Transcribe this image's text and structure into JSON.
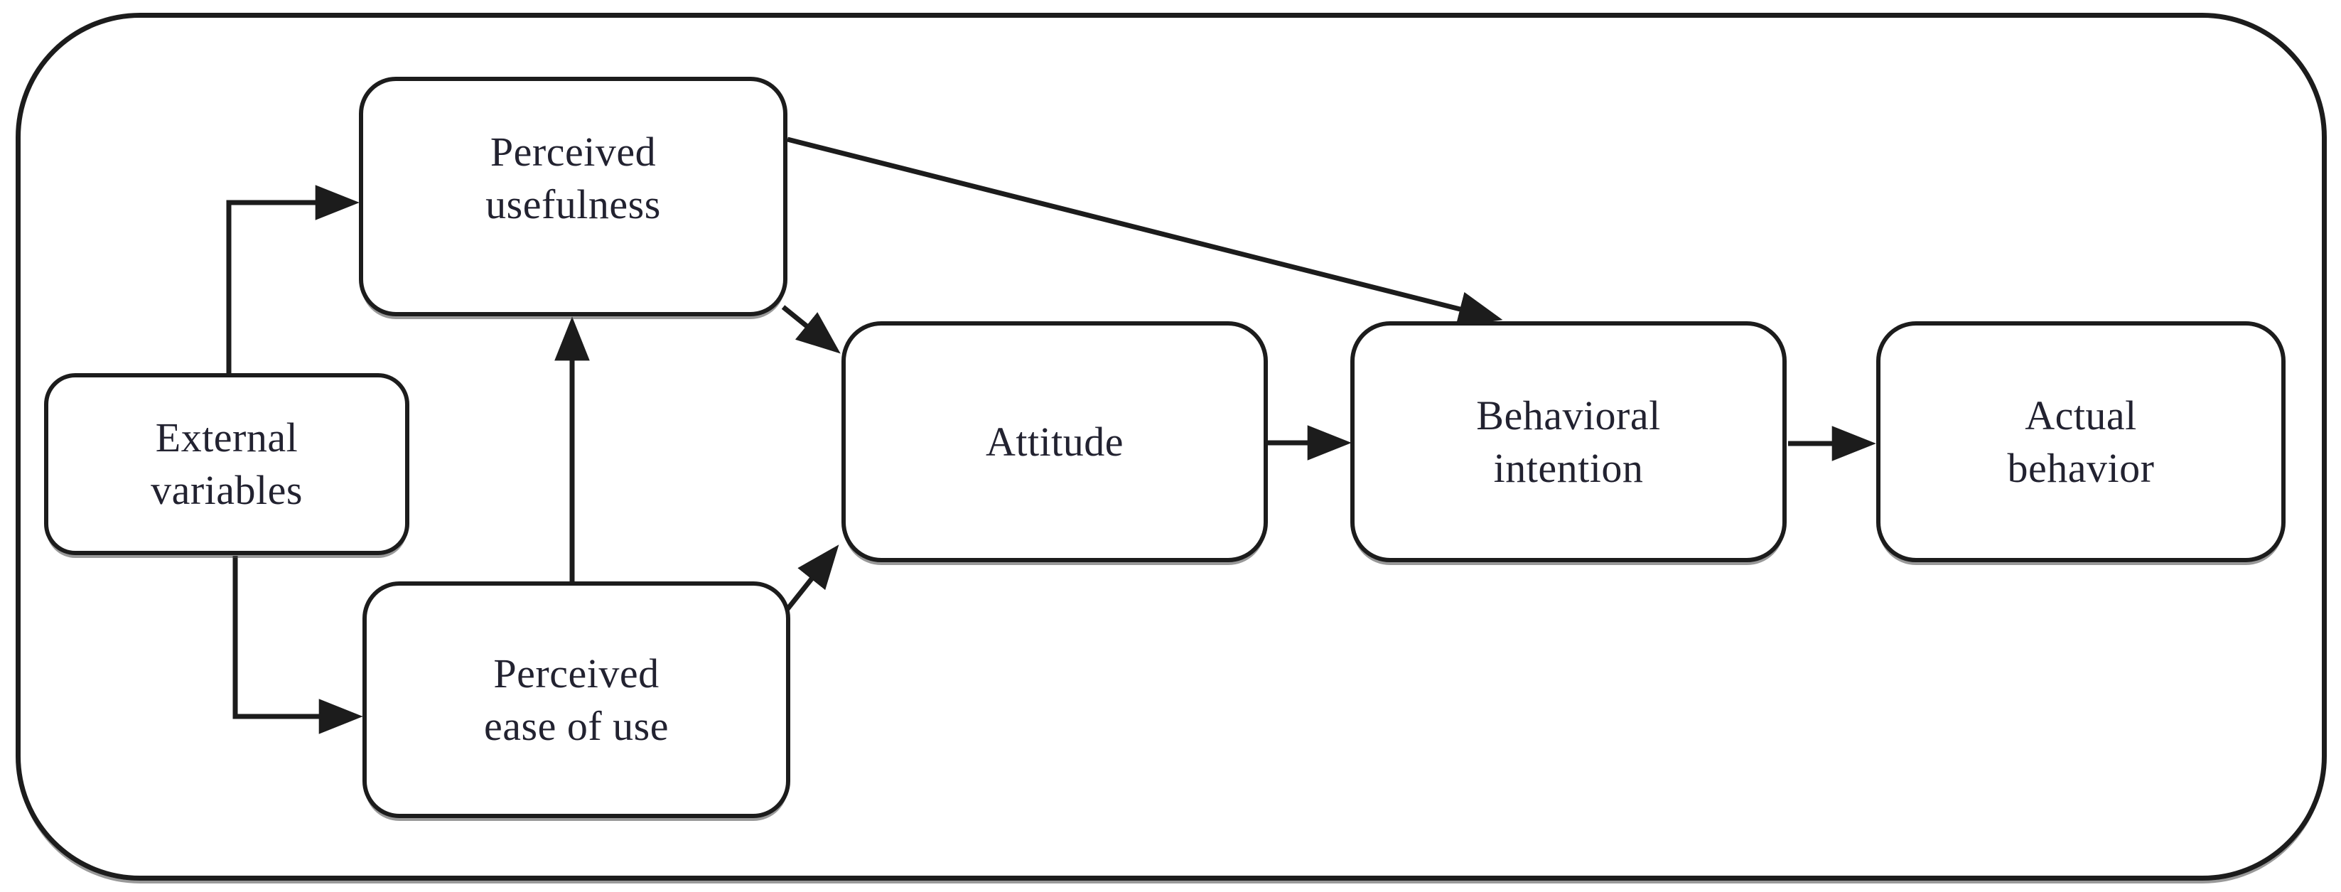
{
  "diagram": {
    "type": "flowchart",
    "background": "#ffffff",
    "colors": {
      "ink": "#1c1c1c",
      "label_text": "#222230",
      "node_fill": "#ffffff"
    },
    "nodes": [
      {
        "id": "external-variables",
        "label": "External\nvariables"
      },
      {
        "id": "perceived-usefulness",
        "label": "Perceived\nusefulness"
      },
      {
        "id": "perceived-ease-of-use",
        "label": "Perceived\nease of use"
      },
      {
        "id": "attitude",
        "label": "Attitude"
      },
      {
        "id": "behavioral-intention",
        "label": "Behavioral\nintention"
      },
      {
        "id": "actual-behavior",
        "label": "Actual\nbehavior"
      }
    ],
    "edges": [
      {
        "from": "external-variables",
        "to": "perceived-usefulness"
      },
      {
        "from": "external-variables",
        "to": "perceived-ease-of-use"
      },
      {
        "from": "perceived-ease-of-use",
        "to": "perceived-usefulness"
      },
      {
        "from": "perceived-usefulness",
        "to": "behavioral-intention"
      },
      {
        "from": "perceived-usefulness",
        "to": "attitude"
      },
      {
        "from": "perceived-ease-of-use",
        "to": "attitude"
      },
      {
        "from": "attitude",
        "to": "behavioral-intention"
      },
      {
        "from": "behavioral-intention",
        "to": "actual-behavior"
      }
    ]
  }
}
